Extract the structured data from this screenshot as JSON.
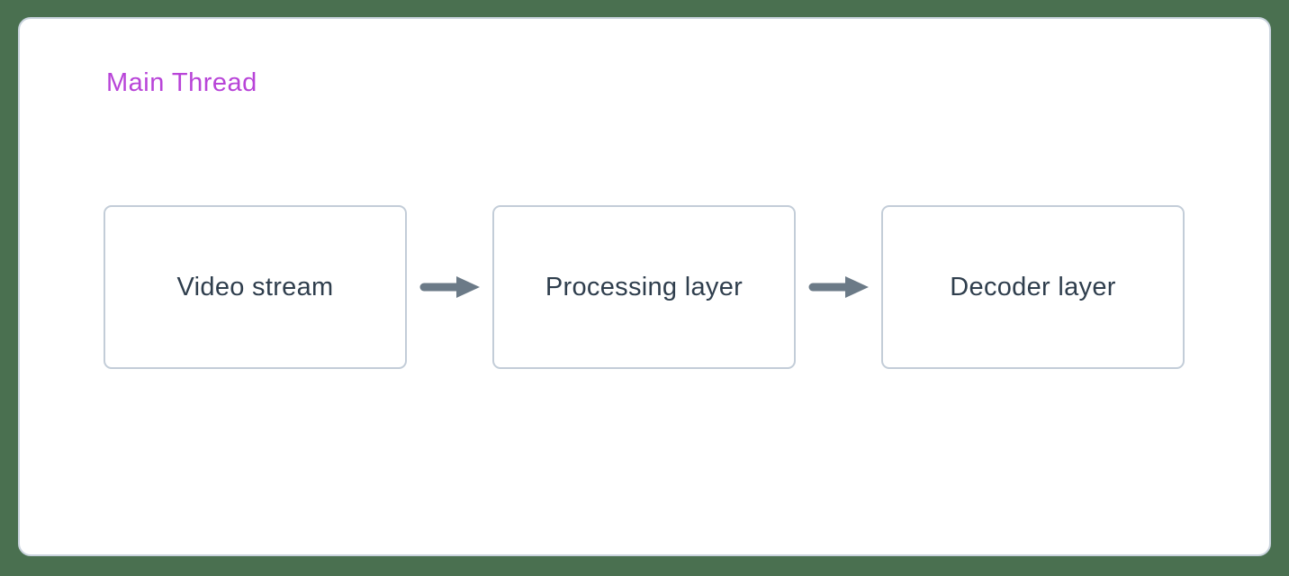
{
  "diagram": {
    "title": "Main Thread",
    "nodes": [
      {
        "label": "Video stream"
      },
      {
        "label": "Processing layer"
      },
      {
        "label": "Decoder layer"
      }
    ],
    "connections": [
      {
        "from": "Video stream",
        "to": "Processing layer"
      },
      {
        "from": "Processing layer",
        "to": "Decoder layer"
      }
    ],
    "colors": {
      "page_background": "#4a7050",
      "panel_background": "#ffffff",
      "panel_border": "#c9d3dd",
      "node_border": "#c3cdd8",
      "node_text": "#2f3e4d",
      "arrow": "#6b7a87",
      "title_text": "#b844d8"
    }
  }
}
